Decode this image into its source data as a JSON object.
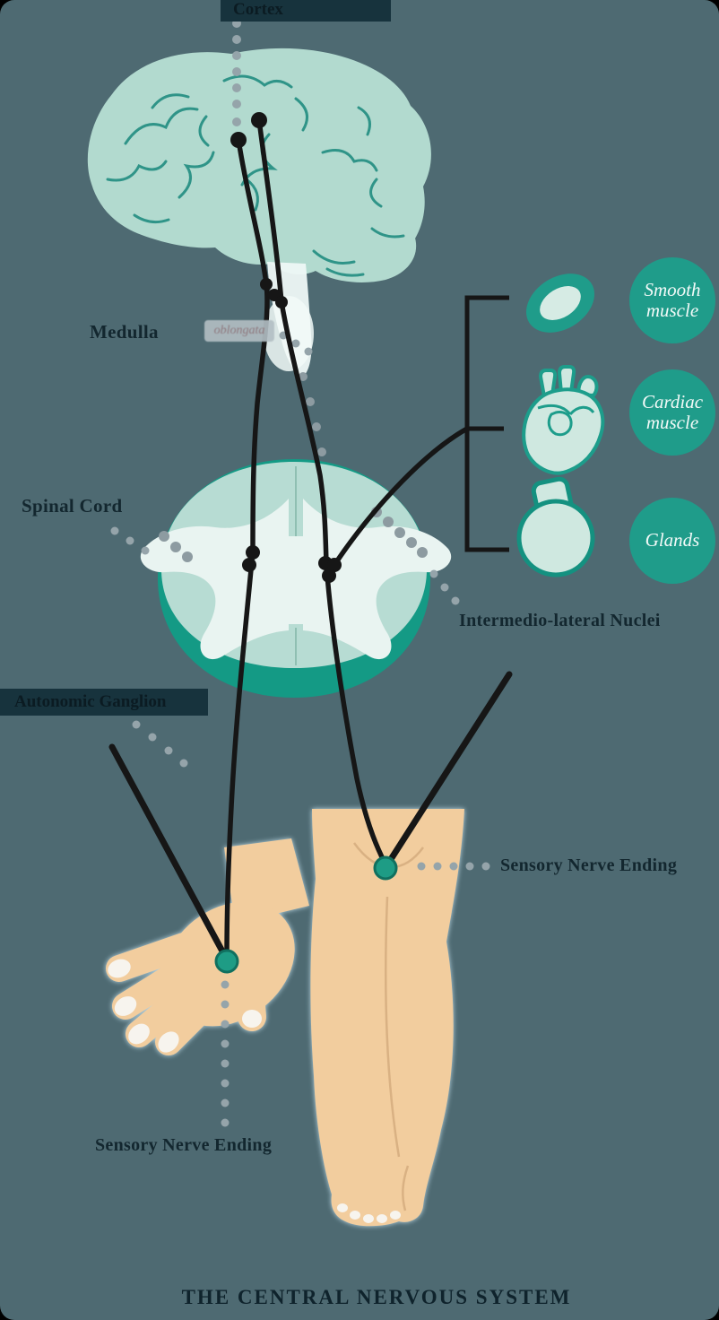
{
  "canvas": {
    "background_color": "#4e6a72",
    "accent_teal": "#1f9c8a",
    "neuron_line_color": "#161616",
    "skin_color": "#f2cd9e"
  },
  "labels": {
    "cortex": "Cortex",
    "medulla": "Medulla",
    "medulla_highlight": "oblongata",
    "spinal_cord": "Spinal Cord",
    "autonomic_ganglion": "Autonomic Ganglion",
    "intermediolateral": "Intermedio-lateral Nuclei",
    "nerve_ending_leg": "Sensory Nerve Ending",
    "nerve_ending_hand": "Sensory Nerve Ending"
  },
  "effectors": [
    {
      "label": "Smooth muscle",
      "icon": "smooth-muscle-cell-icon"
    },
    {
      "label": "Cardiac muscle",
      "icon": "heart-icon"
    },
    {
      "label": "Glands",
      "icon": "gland-icon"
    }
  ],
  "footer": {
    "title": "THE CENTRAL NERVOUS SYSTEM"
  }
}
